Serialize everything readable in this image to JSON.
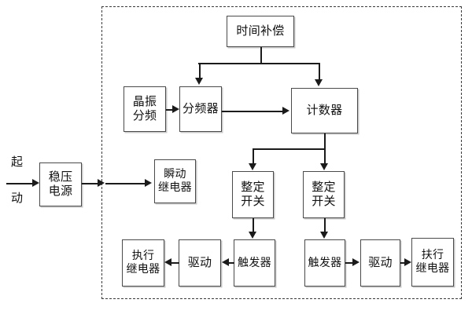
{
  "diagram": {
    "title": "",
    "enclosure": {
      "name": "dashed-boundary",
      "style": "dashed"
    },
    "colors": {
      "line": "#1b1b1b",
      "box_border": "#4a4a4a",
      "box_shadow": "#c9c9c9",
      "dashed_border": "#3a3a3a",
      "background": "#ffffff",
      "text": "#111111"
    },
    "external_label": {
      "line1": "起",
      "line2": "动"
    },
    "blocks": [
      {
        "id": "time-compensation",
        "lines": [
          "时间补偿"
        ]
      },
      {
        "id": "crystal-divider",
        "lines": [
          "晶振",
          "分频"
        ]
      },
      {
        "id": "frequency-divider",
        "lines": [
          "分频器"
        ]
      },
      {
        "id": "counter",
        "lines": [
          "计数器"
        ]
      },
      {
        "id": "regulated-power-supply",
        "lines": [
          "稳压",
          "电源"
        ]
      },
      {
        "id": "instant-relay",
        "lines": [
          "瞬动",
          "继电器"
        ]
      },
      {
        "id": "setting-switch-left",
        "lines": [
          "整定",
          "开关"
        ]
      },
      {
        "id": "setting-switch-right",
        "lines": [
          "整定",
          "开关"
        ]
      },
      {
        "id": "execution-relay-left",
        "lines": [
          "执行",
          "继电器"
        ]
      },
      {
        "id": "drive-left",
        "lines": [
          "驱动"
        ]
      },
      {
        "id": "trigger-left",
        "lines": [
          "触发器"
        ]
      },
      {
        "id": "trigger-right",
        "lines": [
          "触发器"
        ]
      },
      {
        "id": "drive-right",
        "lines": [
          "驱动"
        ]
      },
      {
        "id": "execution-relay-right",
        "lines": [
          "扶行",
          "继电器"
        ]
      }
    ]
  }
}
